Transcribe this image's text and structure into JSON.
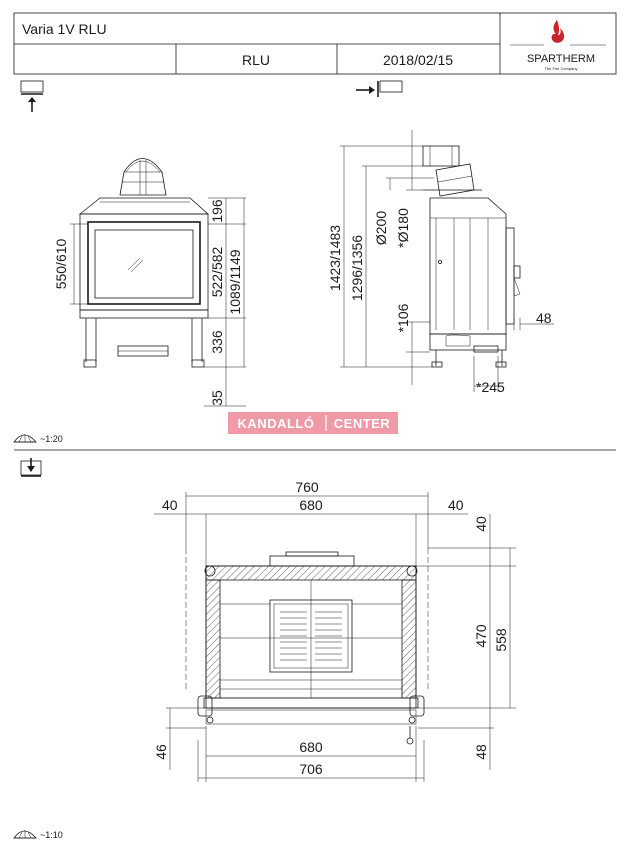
{
  "header": {
    "title": "Varia 1V RLU",
    "variant": "RLU",
    "date": "2018/02/15",
    "brand": "SPARTHERM",
    "brand_tagline": "The Fire Company",
    "brand_color": "#c8262c"
  },
  "watermark": {
    "left": "KANDALLÓ",
    "right": "CENTER",
    "color": "#ef9aa6"
  },
  "front_view": {
    "dims": [
      "550/610",
      "196",
      "522/582",
      "1089/1149",
      "336",
      "35"
    ]
  },
  "side_view": {
    "dims": [
      "1423/1483",
      "1296/1356",
      "Ø200",
      "*Ø180",
      "*106",
      "48",
      "*245"
    ]
  },
  "top_view": {
    "dims": [
      "760",
      "680",
      "40",
      "40",
      "40",
      "470",
      "558",
      "680",
      "706",
      "46",
      "48"
    ]
  },
  "scales": {
    "upper": "~1:20",
    "lower": "~1:10"
  },
  "icons": [
    "view-from-front-icon",
    "view-from-side-icon",
    "view-from-top-icon",
    "scale-icon"
  ]
}
